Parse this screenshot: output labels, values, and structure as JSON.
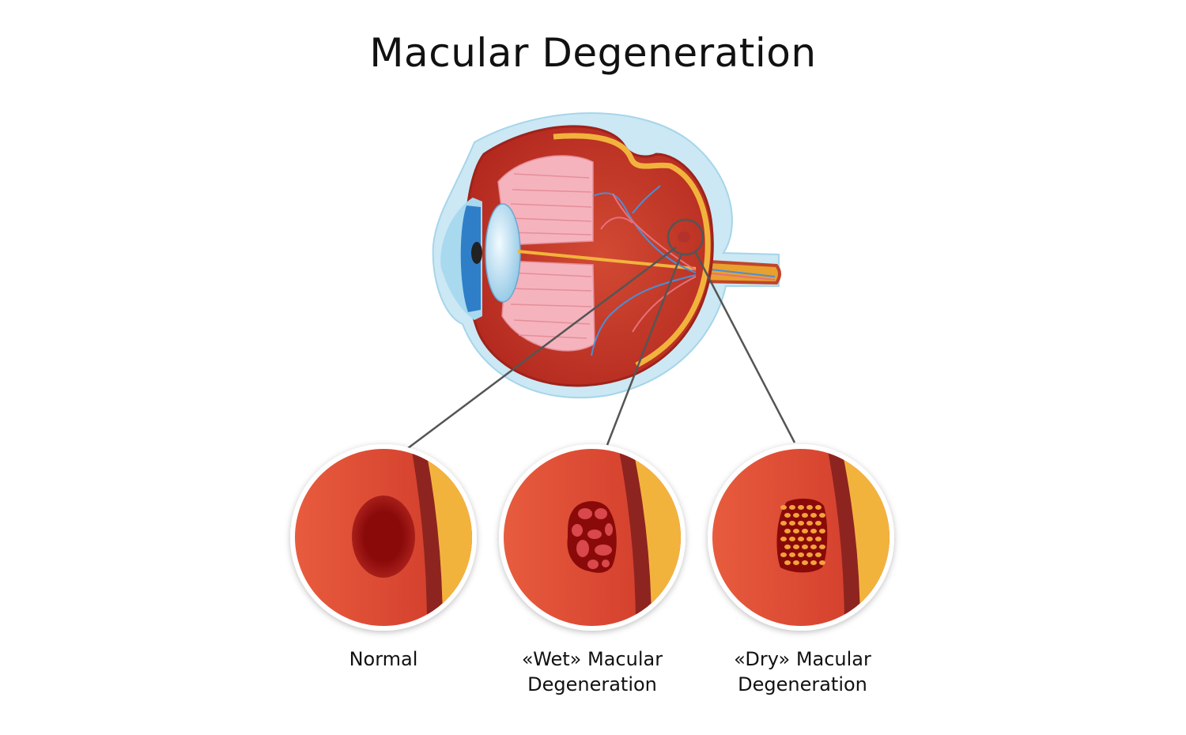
{
  "title": "Macular Degeneration",
  "panels": [
    {
      "id": "normal",
      "caption_line1": "Normal",
      "caption_line2": ""
    },
    {
      "id": "wet",
      "caption_line1": "«Wet» Macular",
      "caption_line2": "Degeneration"
    },
    {
      "id": "dry",
      "caption_line1": "«Dry» Macular",
      "caption_line2": "Degeneration"
    }
  ],
  "colors": {
    "retina": "#d9432f",
    "retina_dark": "#b92a20",
    "choroid": "#8e2420",
    "sclera": "#f2b33d",
    "macula_dark": "#8a0a0a",
    "vitreous_outer": "#bfe3f1",
    "iris": "#2f7fc8",
    "lens": "#cfe9f7",
    "ciliary": "#f5b3bd",
    "vein": "#4a8fd6",
    "artery": "#e8707a",
    "leader_line": "#555555"
  }
}
